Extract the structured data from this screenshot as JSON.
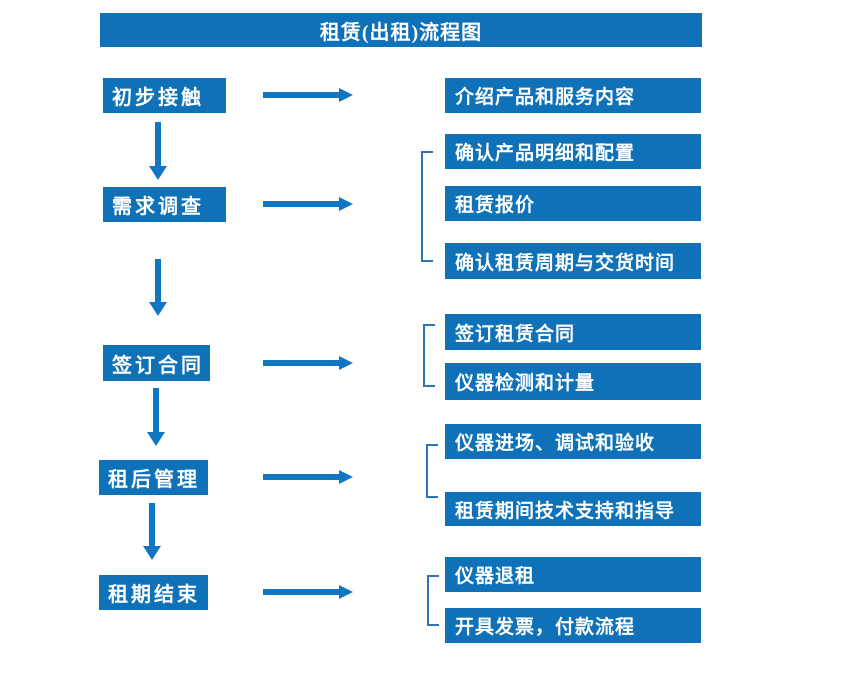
{
  "title": "租赁(出租)流程图",
  "colors": {
    "box_fill": "#0f72b9",
    "arrow": "#1176c2",
    "bracket": "#2e74b5",
    "text_on_box": "#ffffff",
    "background": "#ffffff"
  },
  "steps": [
    {
      "label": "初步接触",
      "outputs": [
        "介绍产品和服务内容"
      ]
    },
    {
      "label": "需求调查",
      "outputs": [
        "确认产品明细和配置",
        "租赁报价",
        "确认租赁周期与交货时间"
      ]
    },
    {
      "label": "签订合同",
      "outputs": [
        "签订租赁合同",
        "仪器检测和计量"
      ]
    },
    {
      "label": "租后管理",
      "outputs": [
        "仪器进场、调试和验收",
        "租赁期间技术支持和指导"
      ]
    },
    {
      "label": "租期结束",
      "outputs": [
        "仪器退租",
        "开具发票，付款流程"
      ]
    }
  ]
}
